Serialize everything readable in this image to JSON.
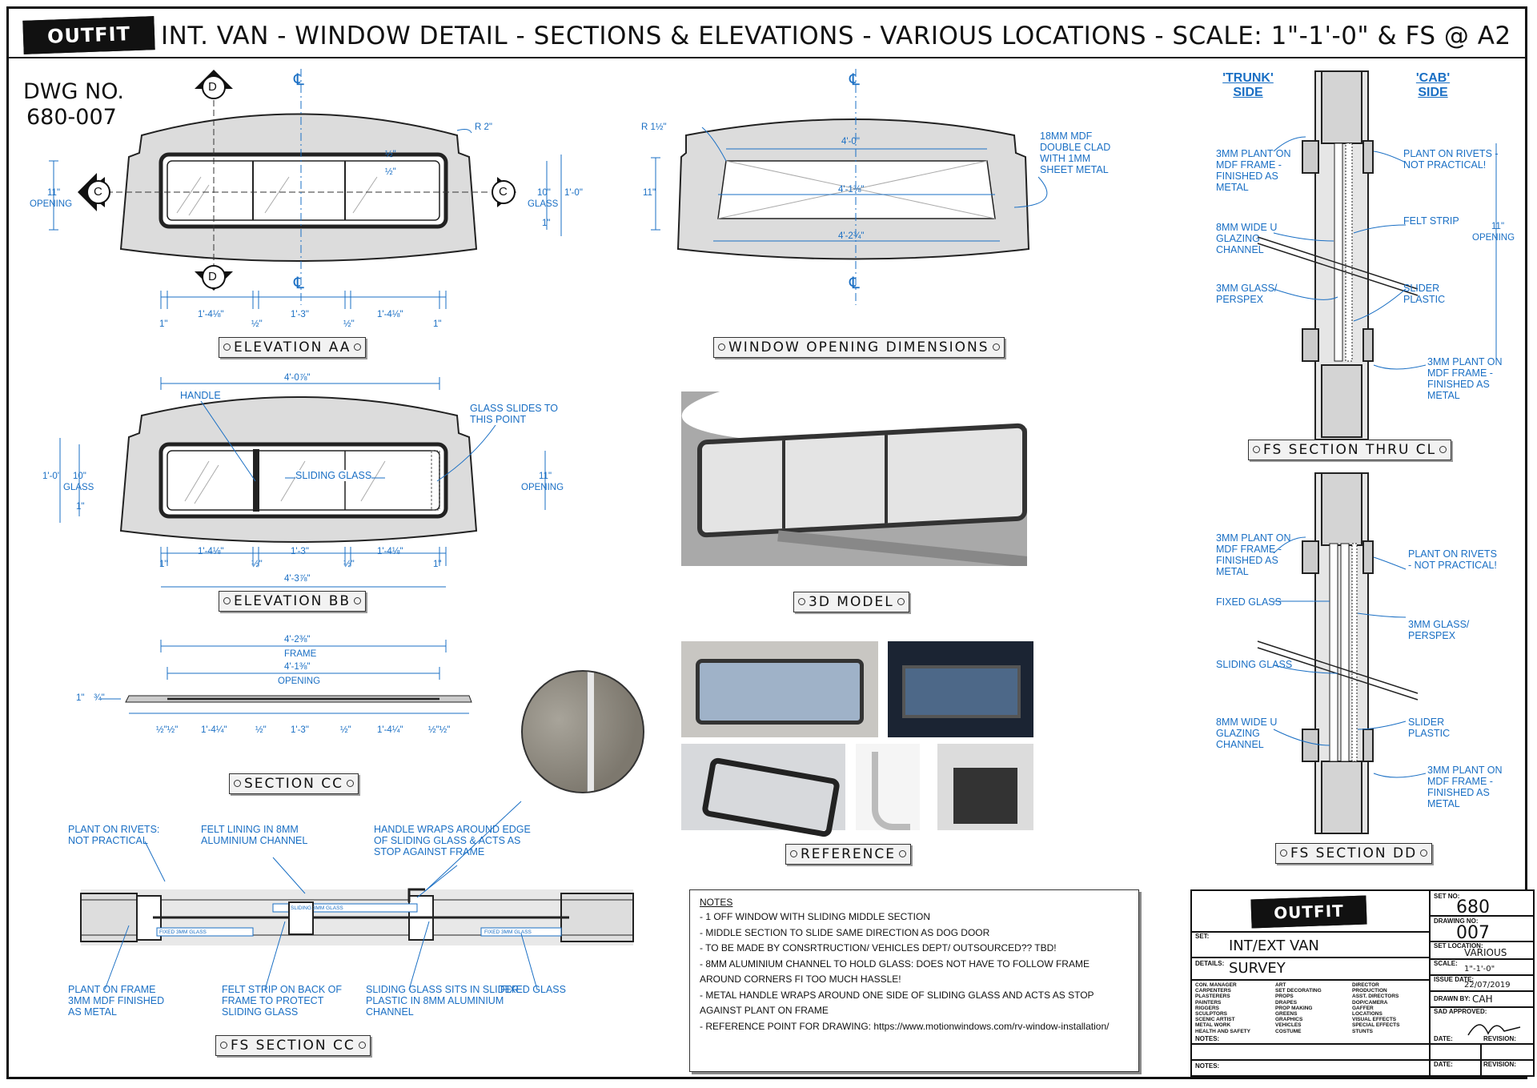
{
  "header": {
    "logo_text": "OUTFIT",
    "title": "INT. VAN - WINDOW DETAIL - SECTIONS & ELEVATIONS - VARIOUS LOCATIONS - SCALE: 1\"-1'-0\" & FS @ A2",
    "dwg_label": "DWG NO.",
    "dwg_number": "680-007"
  },
  "elevation_aa": {
    "label": "ELEVATION AA",
    "section_markers": [
      "D",
      "C",
      "C",
      "D"
    ],
    "cl": "℄",
    "r2": "R 2\"",
    "half_top": "½\"",
    "half_bot": "½\"",
    "left_dim": "11\"",
    "left_dim_label": "OPENING",
    "right_glass": "10\"",
    "right_glass_label": "GLASS",
    "right_total": "1'-0\"",
    "right_one": "1\"",
    "bottom_dims": [
      "1\"",
      "1'-4⅛\"",
      "½\"",
      "1'-3\"",
      "½\"",
      "1'-4⅛\"",
      "1\""
    ]
  },
  "window_opening": {
    "label": "WINDOW OPENING DIMENSIONS",
    "cl": "℄",
    "radius": "R 1½\"",
    "top": "4'-0\"",
    "middle": "4'-1⅜\"",
    "bottom": "4'-2¾\"",
    "height": "11\"",
    "note": "18MM MDF DOUBLE CLAD WITH 1MM SHEET METAL"
  },
  "elevation_bb": {
    "label": "ELEVATION BB",
    "top_dim": "4'-0⅞\"",
    "handle": "HANDLE",
    "glass_slides": "GLASS SLIDES TO THIS POINT",
    "sliding_glass": "SLIDING GLASS",
    "left_total": "1'-0\"",
    "left_glass": "10\"",
    "left_glass_label": "GLASS",
    "left_one": "1\"",
    "right_dim": "11\"",
    "right_label": "OPENING",
    "bottom_dims": [
      "1\"",
      "1'-4⅛\"",
      "½\"",
      "1'-3\"",
      "½\"",
      "1'-4⅛\"",
      "1\""
    ],
    "bottom_total": "4'-3⅞\""
  },
  "section_cc": {
    "label": "SECTION CC",
    "frame_dim": "4'-2⅜\"",
    "frame_label": "FRAME",
    "opening_dim": "4'-1⅜\"",
    "opening_label": "OPENING",
    "left_dims": [
      "1\"",
      "¾\""
    ],
    "bottom_dims": [
      "½\"½\"",
      "1'-4¼\"",
      "½\"",
      "1'-3\"",
      "½\"",
      "1'-4¼\"",
      "½\"½\""
    ]
  },
  "model_3d": {
    "label": "3D MODEL"
  },
  "reference": {
    "label": "REFERENCE"
  },
  "fs_section_cc": {
    "label": "FS SECTION CC",
    "notes": [
      "PLANT ON RIVETS: NOT PRACTICAL",
      "FELT LINING IN 8MM ALUMINIUM CHANNEL",
      "HANDLE WRAPS AROUND EDGE OF SLIDING GLASS & ACTS AS STOP AGAINST FRAME",
      "PLANT ON FRAME 3MM MDF FINISHED AS METAL",
      "FELT STRIP ON BACK OF FRAME TO PROTECT SLIDING GLASS",
      "SLIDING GLASS SITS IN SLIDER PLASTIC IN 8MM ALUMINIUM CHANNEL",
      "FIXED GLASS"
    ],
    "inner_labels": [
      "SLIDING 3MM GLASS",
      "FIXED 3MM GLASS",
      "FIXED 3MM GLASS"
    ]
  },
  "fs_section_cl": {
    "label": "FS SECTION THRU CL",
    "trunk": "'TRUNK' SIDE",
    "cab": "'CAB' SIDE",
    "left_notes": [
      "3MM PLANT ON MDF FRAME - FINISHED AS METAL",
      "8MM WIDE U GLAZING CHANNEL",
      "3MM GLASS/ PERSPEX"
    ],
    "right_notes": [
      "PLANT ON RIVETS - NOT PRACTICAL!",
      "FELT STRIP",
      "SLIDER PLASTIC",
      "3MM PLANT ON MDF FRAME - FINISHED AS METAL"
    ],
    "dim": "11\"",
    "dim_label": "OPENING"
  },
  "fs_section_dd": {
    "label": "FS SECTION DD",
    "left_notes": [
      "3MM PLANT ON MDF FRAME - FINISHED AS METAL",
      "FIXED GLASS",
      "SLIDING GLASS",
      "8MM WIDE U GLAZING CHANNEL"
    ],
    "right_notes": [
      "PLANT ON RIVETS - NOT PRACTICAL!",
      "3MM GLASS/ PERSPEX",
      "SLIDER PLASTIC",
      "3MM PLANT ON MDF FRAME - FINISHED AS METAL"
    ]
  },
  "notes": {
    "heading": "NOTES",
    "lines": [
      "- 1 OFF WINDOW WITH SLIDING MIDDLE SECTION",
      "- MIDDLE SECTION TO SLIDE SAME DIRECTION AS DOG DOOR",
      "- TO BE MADE BY CONSRTRUCTION/ VEHICLES DEPT/ OUTSOURCED?? TBD!",
      "- 8MM ALUMINIUM CHANNEL TO HOLD GLASS: DOES NOT HAVE TO FOLLOW FRAME",
      "  AROUND CORNERS FI TOO MUCH HASSLE!",
      "- METAL HANDLE WRAPS AROUND ONE SIDE OF SLIDING GLASS AND ACTS AS STOP",
      "  AGAINST PLANT ON FRAME",
      "- REFERENCE POINT FOR DRAWING: https://www.motionwindows.com/rv-window-installation/"
    ]
  },
  "title_block": {
    "logo_text": "OUTFIT",
    "set_no_label": "SET NO:",
    "set_no": "680",
    "drawing_no_label": "DRAWING NO:",
    "drawing_no": "007",
    "set_label": "SET:",
    "set_value": "INT/EXT VAN",
    "details_label": "DETAILS:",
    "details_value": "SURVEY",
    "set_location_label": "SET LOCATION:",
    "set_location": "VARIOUS",
    "scale_label": "SCALE:",
    "scale": "1\"-1'-0\"",
    "issue_date_label": "ISSUE DATE:",
    "issue_date": "22/07/2019",
    "drawn_by_label": "DRAWN BY:",
    "drawn_by": "CAH",
    "sad_label": "SAD APPROVED:",
    "notes_label": "NOTES:",
    "date_label": "DATE:",
    "revision_label": "REVISION:",
    "dept_col1": [
      "CON. MANAGER",
      "CARPENTERS",
      "PLASTERERS",
      "PAINTERS",
      "RIGGERS",
      "SCULPTORS",
      "SCENIC ARTIST",
      "METAL WORK",
      "HEALTH AND SAFETY"
    ],
    "dept_col2": [
      "ART",
      "SET DECORATING",
      "PROPS",
      "DRAPES",
      "PROP MAKING",
      "GREENS",
      "GRAPHICS",
      "VEHICLES",
      "COSTUME"
    ],
    "dept_col3": [
      "DIRECTOR",
      "PRODUCTION",
      "ASST. DIRECTORS",
      "DOP/CAMERA",
      "GAFFER",
      "LOCATIONS",
      "VISUAL EFFECTS",
      "SPECIAL EFFECTS",
      "STUNTS"
    ]
  }
}
